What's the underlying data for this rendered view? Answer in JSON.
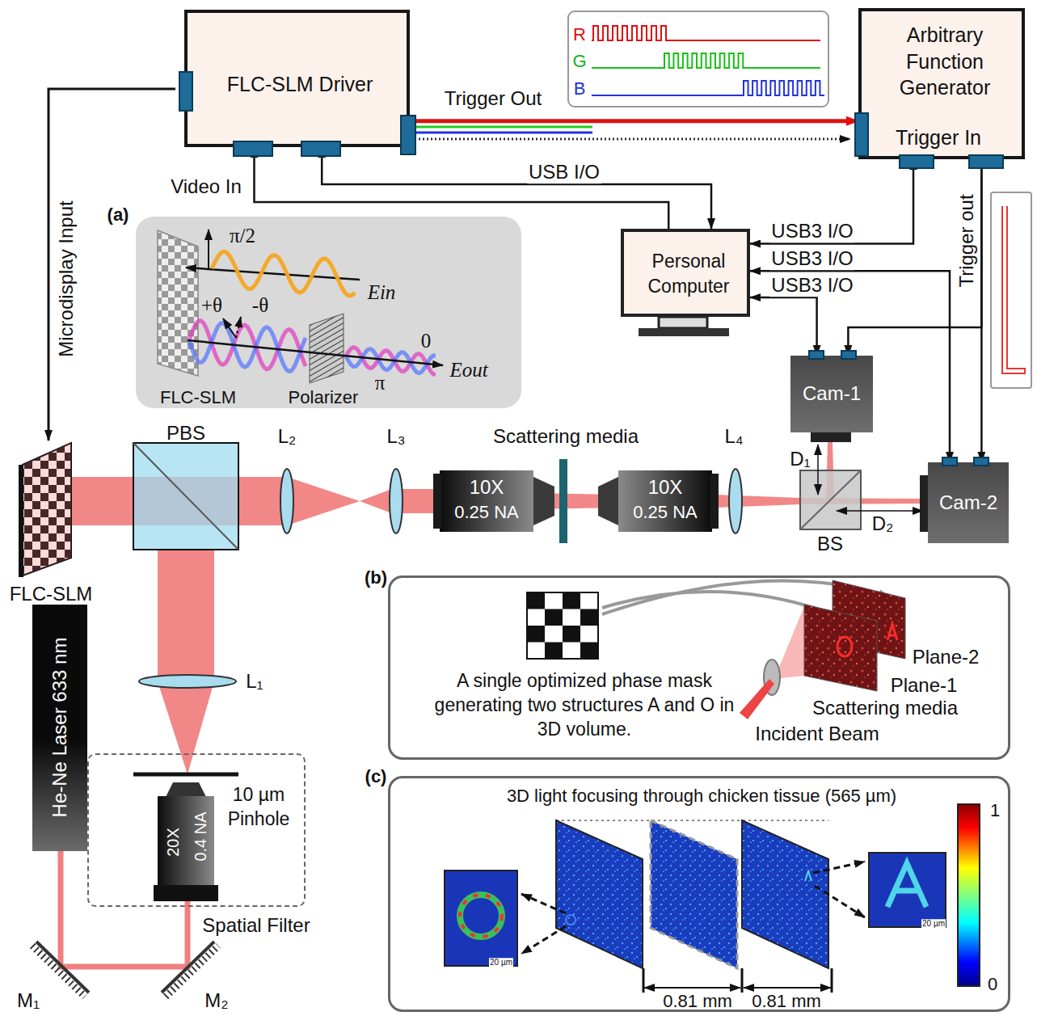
{
  "diagram": {
    "nodes": [
      {
        "text": [
          "FLC-SLM Driver"
        ]
      },
      {
        "text": [
          "Arbitrary Function Generator",
          "Trigger In"
        ]
      },
      {
        "text": [
          "Personal Computer"
        ]
      },
      {
        "text": [
          "(a)",
          "π/2",
          "Ein",
          "+θ",
          "-θ",
          "0",
          "π",
          "Eout",
          "FLC-SLM",
          "Polarizer"
        ]
      },
      {
        "text": [
          "Cam-1"
        ]
      },
      {
        "text": [
          "Cam-2"
        ]
      },
      {
        "text": [
          "(b)",
          "A single optimized phase mask generating two structures A and O in 3D volume.",
          "Plane-2",
          "Plane-1",
          "Scattering media",
          "Incident Beam"
        ]
      },
      {
        "text": [
          "He-Ne Laser 633 nm"
        ]
      },
      {
        "text": [
          "10 µm Pinhole",
          "Spatial Filter"
        ]
      },
      {
        "text": [
          "(c)",
          "3D light focusing through chicken tissue (565 µm)",
          "1",
          "0",
          "0.81 mm",
          "0.81 mm",
          "20 µm",
          "20 µm"
        ]
      }
    ],
    "edges": [
      {
        "from": 0,
        "to": 1,
        "arrow": "to",
        "label": "Trigger Out"
      },
      {
        "from": 2,
        "to": 0,
        "arrow": "to",
        "label": "Video In"
      },
      {
        "from": 0,
        "to": 2,
        "arrow": "both",
        "label": "USB I/O"
      },
      {
        "from": 2,
        "to": 1,
        "arrow": "both",
        "label": "USB3 I/O"
      },
      {
        "from": 2,
        "to": 5,
        "arrow": "both",
        "label": "USB3 I/O"
      },
      {
        "from": 2,
        "to": 4,
        "arrow": "both",
        "label": "USB3 I/O"
      },
      {
        "from": 1,
        "to": 5,
        "arrow": "to",
        "label": "Trigger out"
      },
      {
        "from": 1,
        "to": 4,
        "arrow": "to"
      }
    ],
    "labels": [
      "Microdisplay Input",
      "R",
      "G",
      "B",
      "FLC-SLM",
      "PBS",
      "L₂",
      "L₃",
      "Scattering media",
      "10X",
      "0.25 NA",
      "10X",
      "0.25 NA",
      "L₄",
      "D₁",
      "D₂",
      "BS",
      "L₁",
      "20X",
      "0.4 NA",
      "M₁",
      "M₂"
    ]
  }
}
